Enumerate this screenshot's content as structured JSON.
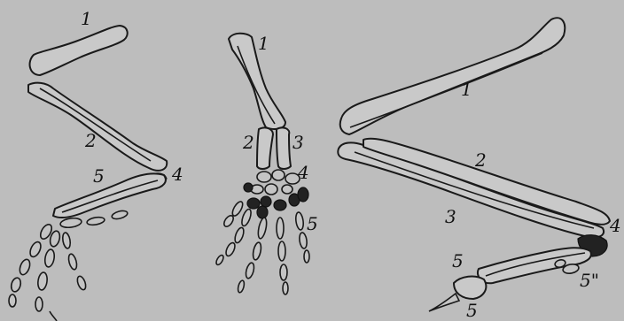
{
  "figure": {
    "left_limb": {
      "labels": [
        "1",
        "2",
        "5",
        "4"
      ]
    },
    "middle_limb": {
      "labels": [
        "1",
        "2",
        "3",
        "4",
        "5"
      ]
    },
    "right_limb": {
      "labels": [
        "1",
        "2",
        "3",
        "4",
        "5",
        "5",
        "5\""
      ]
    }
  },
  "colors": {
    "background": "#bdbdbd",
    "bone_fill": "#c9c9c9",
    "outline": "#1a1a1a",
    "dark_bones": "#222222"
  }
}
